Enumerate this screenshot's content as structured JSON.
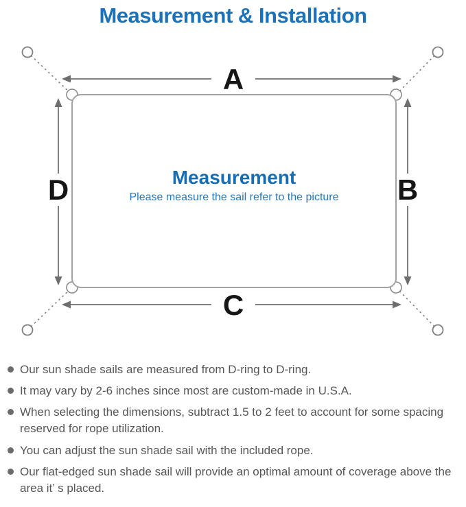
{
  "page": {
    "title": "Measurement & Installation"
  },
  "diagram": {
    "labels": {
      "top": "A",
      "right": "B",
      "bottom": "C",
      "left": "D"
    },
    "center_heading": "Measurement",
    "center_subtitle": "Please measure the sail refer to the picture"
  },
  "notes": {
    "bullets": [
      "Our sun shade sails are measured from D-ring to D-ring.",
      "It may vary by 2-6 inches since most are custom-made in U.S.A.",
      "When selecting the dimensions, subtract 1.5 to 2 feet to account for some spacing reserved for rope utilization.",
      "You can adjust the sun shade sail with the included rope.",
      "Our flat-edged sun shade sail will provide an optimal amount of coverage above the area it’ s placed."
    ]
  },
  "colors": {
    "accent_blue": "#1b72b8",
    "center_heading_blue": "#156db4",
    "center_subtitle_blue": "#2579bd",
    "line_gray": "#7f7f7f",
    "sail_border_gray": "#a2a2a2",
    "label_black": "#161616",
    "note_text_gray": "#575757"
  }
}
